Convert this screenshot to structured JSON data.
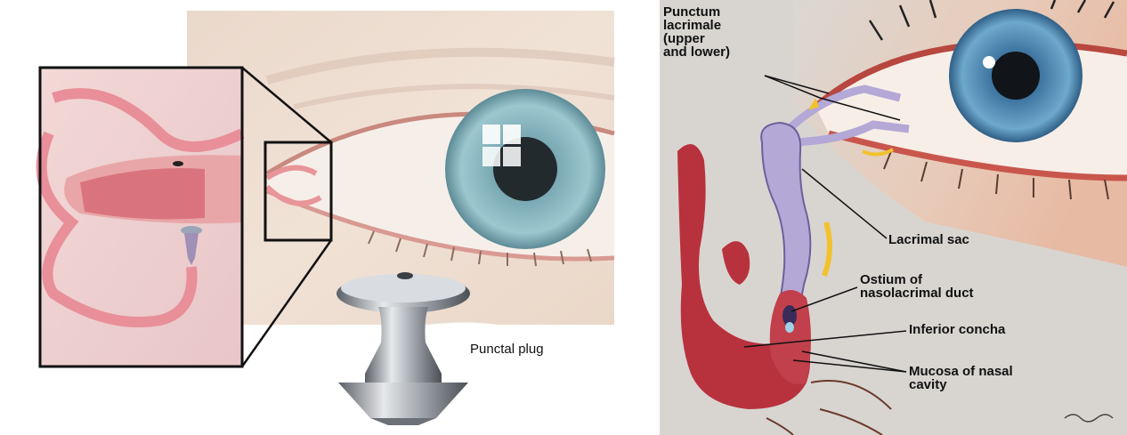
{
  "left_figure": {
    "plug_label": "Punctal plug"
  },
  "right_figure": {
    "labels": {
      "punctum": "Punctum\nlacrimale\n(upper\nand lower)",
      "lacrimal_sac": "Lacrimal sac",
      "ostium": "Ostium of\nnasolacrimal duct",
      "inferior_concha": "Inferior concha",
      "mucosa": "Mucosa of nasal\ncavity"
    }
  },
  "colors": {
    "skin": "#f2dcd0",
    "iris": "#7fb3c4",
    "tissue_red": "#b8323e",
    "duct_lavender": "#b3a8d6",
    "metal": "#9aa0a6"
  }
}
